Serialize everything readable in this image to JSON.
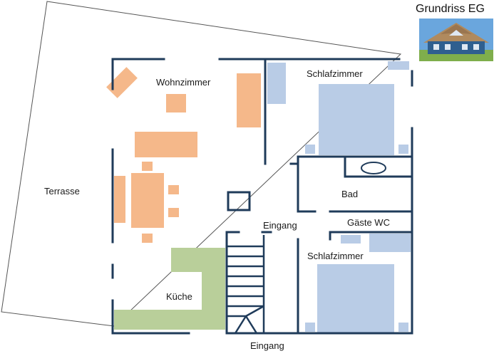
{
  "title": "Grundriss EG",
  "rooms": {
    "terrasse": "Terrasse",
    "wohnzimmer": "Wohnzimmer",
    "schlafzimmer_1": "Schlafzimmer",
    "bad": "Bad",
    "gaeste_wc": "Gäste WC",
    "eingang_innen": "Eingang",
    "schlafzimmer_2": "Schlafzimmer",
    "kueche": "Küche",
    "eingang_aussen": "Eingang"
  },
  "colors": {
    "wall": "#1f3b5a",
    "living_furniture": "#f5b88a",
    "bedroom_furniture": "#b9cce6",
    "kitchen": "#b9cf9a",
    "terrace_outline": "#555555",
    "sky": "#6aa6dd",
    "roof": "#b08a5e",
    "house_wall": "#2f5f8f",
    "lawn": "#7fae4c"
  },
  "icons": {
    "thumbnail": "house-photo-icon",
    "stairs": "staircase-icon",
    "bathtub": "bathtub-icon"
  }
}
